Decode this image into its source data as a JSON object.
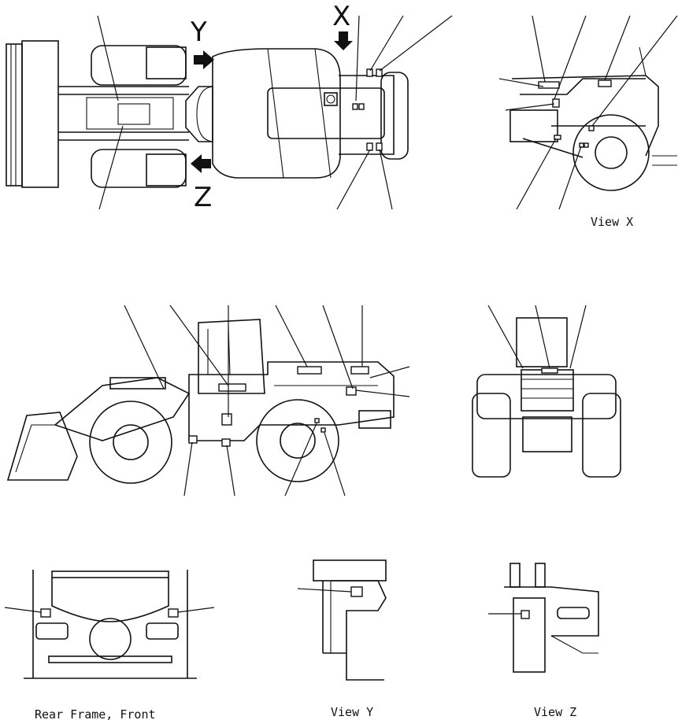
{
  "views": {
    "top": {
      "label_y": "Y",
      "label_x": "X",
      "label_z": "Z"
    },
    "view_x": {
      "caption": "View X"
    },
    "rear_frame": {
      "caption": "Rear Frame, Front"
    },
    "view_y": {
      "caption": "View Y"
    },
    "view_z": {
      "caption": "View Z"
    }
  }
}
